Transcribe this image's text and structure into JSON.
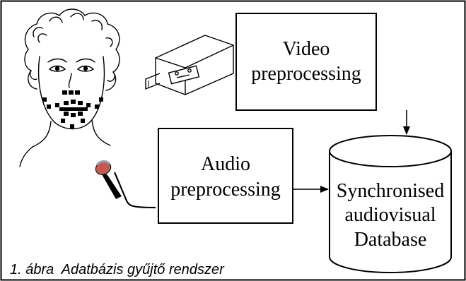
{
  "boxes": {
    "video": {
      "line1": "Video",
      "line2": "preprocessing"
    },
    "audio": {
      "line1": "Audio",
      "line2": "preprocessing"
    },
    "database": {
      "line1": "Synchronised",
      "line2": "audiovisual",
      "line3": "Database"
    }
  },
  "caption": "1. ábra  Adatbázis gyűjtő rendszer",
  "icons": {
    "face": "face-with-markers-icon",
    "camera": "video-camera-icon",
    "microphone": "microphone-icon"
  },
  "colors": {
    "stroke": "#000000",
    "background": "#ffffff",
    "mic_head": "#c45a50",
    "mic_head_top": "#8fa7b8"
  }
}
